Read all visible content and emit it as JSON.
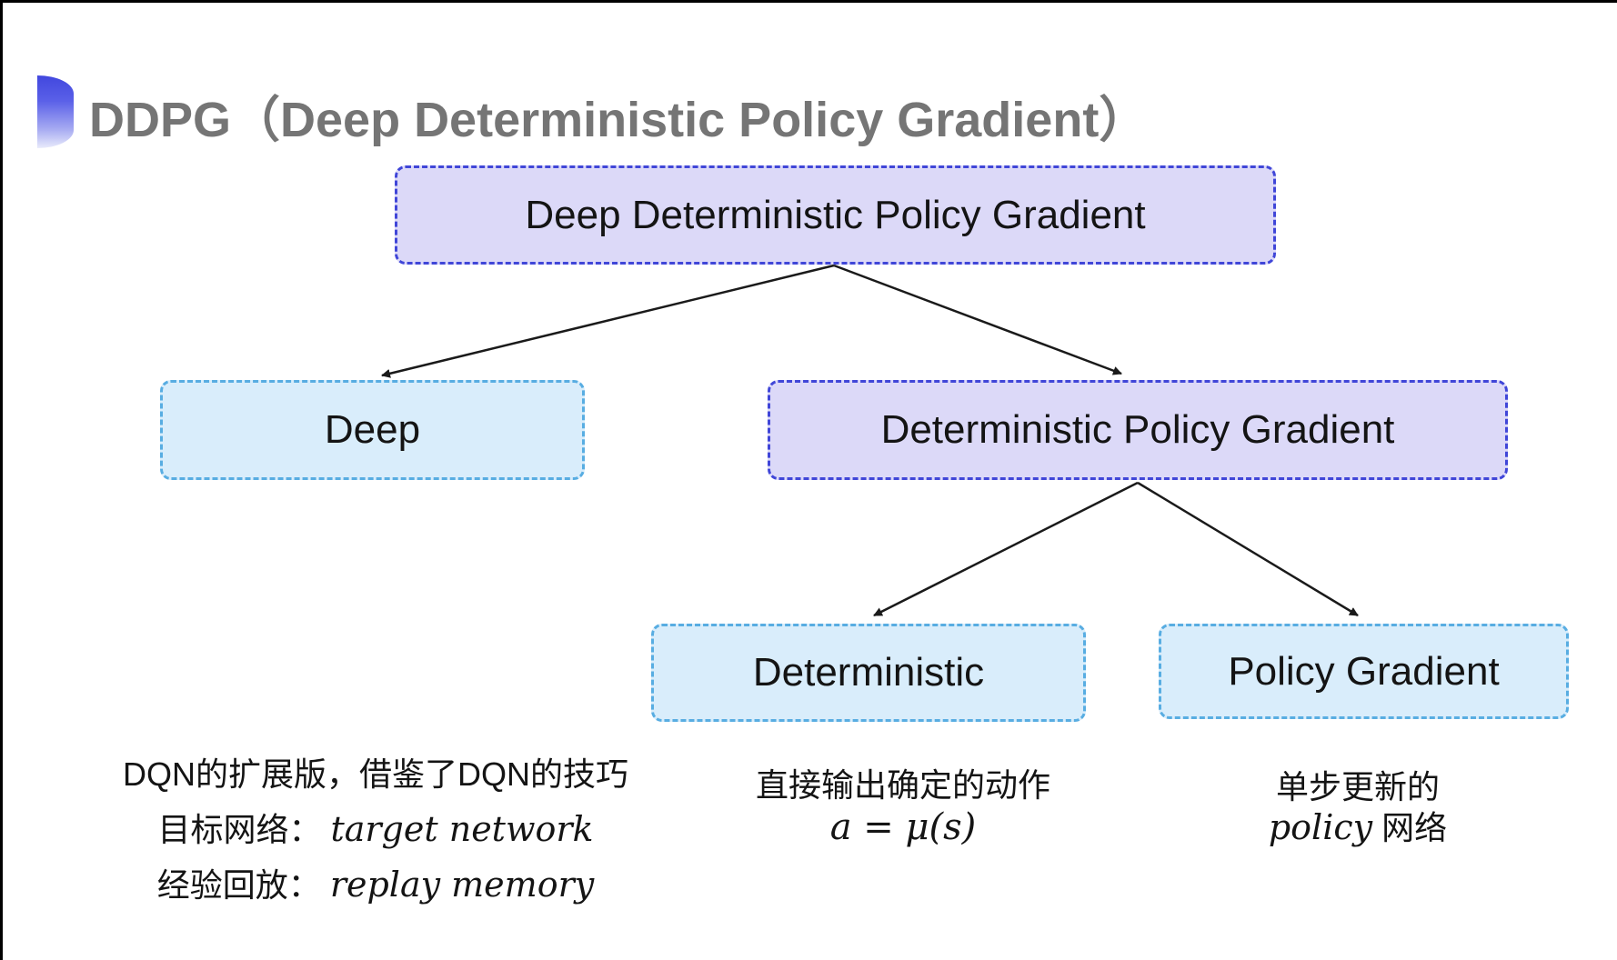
{
  "title": {
    "text": "DDPG（Deep Deterministic Policy Gradient）"
  },
  "tree": {
    "root": {
      "label": "Deep Deterministic Policy Gradient",
      "variant": "purple"
    },
    "deep": {
      "label": "Deep",
      "variant": "cyan"
    },
    "dpg": {
      "label": "Deterministic Policy Gradient",
      "variant": "purple"
    },
    "det": {
      "label": "Deterministic",
      "variant": "cyan"
    },
    "pg": {
      "label": "Policy Gradient",
      "variant": "cyan"
    }
  },
  "annotations": {
    "left": {
      "line1": "DQN的扩展版，借鉴了DQN的技巧",
      "line2_label": "目标网络：",
      "line2_value": "target network",
      "line3_label": "经验回放：",
      "line3_value": "replay memory"
    },
    "middle": {
      "line1": "直接输出确定的动作",
      "formula": "a = μ(s)"
    },
    "right": {
      "line1": "单步更新的",
      "line2_italic": "policy",
      "line2_rest": " 网络"
    }
  },
  "colors": {
    "purple_fill": "#dcd9f8",
    "purple_border": "#4046d8",
    "cyan_fill": "#d9edfb",
    "cyan_border": "#58ade2",
    "title_gray": "#757575",
    "arrow": "#1a1a1a",
    "bullet_top": "#4147de",
    "bullet_bottom": "#e9ebfb"
  }
}
